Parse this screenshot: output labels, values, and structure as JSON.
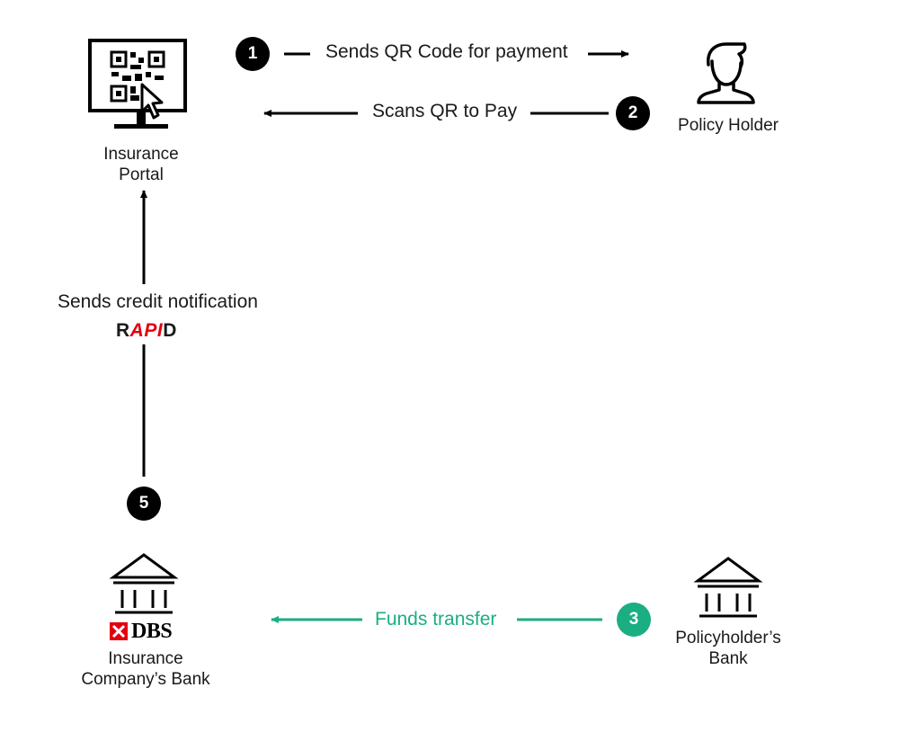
{
  "nodes": {
    "portal": {
      "label_line1": "Insurance",
      "label_line2": "Portal",
      "icon": "qr-monitor-icon"
    },
    "holder": {
      "label": "Policy Holder",
      "icon": "person-icon"
    },
    "insurer_bank": {
      "label_line1": "Insurance",
      "label_line2": "Company’s Bank",
      "icon": "bank-icon",
      "logo_text": "DBS"
    },
    "holder_bank": {
      "label_line1": "Policyholder’s",
      "label_line2": "Bank",
      "icon": "bank-icon"
    }
  },
  "steps": [
    {
      "number": "1",
      "text": "Sends QR Code for payment"
    },
    {
      "number": "2",
      "text": "Scans QR to Pay"
    },
    {
      "number": "3",
      "text": "Funds transfer"
    },
    {
      "number": "5",
      "text": "Sends credit notification"
    }
  ],
  "rapid": {
    "part1": "R",
    "part2": "API",
    "part3": "D"
  },
  "colors": {
    "accent_green": "#1aae82",
    "accent_red": "#e3000f",
    "ink": "#000000"
  }
}
